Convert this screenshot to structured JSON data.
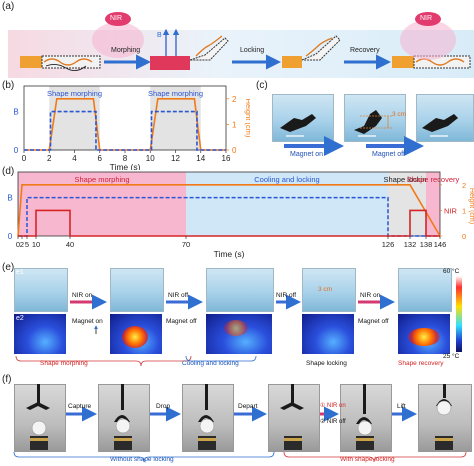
{
  "panels": {
    "a": "(a)",
    "b": "(b)",
    "c": "(c)",
    "d": "(d)",
    "e": "(e)",
    "f": "(f)"
  },
  "panel_a": {
    "nir_left": "NIR",
    "nir_right": "NIR",
    "b_symbol": "B",
    "steps": [
      "Morphing",
      "Locking",
      "Recovery"
    ]
  },
  "panel_c": {
    "measure": "3 cm",
    "magnet_on": "Magnet on",
    "magnet_off": "Magnet off"
  },
  "panel_e": {
    "row1": "e1",
    "row2": "e2",
    "arrow1": "NIR on",
    "arrow2": "NIR off",
    "arrow3": "NIR off",
    "arrow4": "NIR on",
    "magnet_on": "Magnet on",
    "magnet_off": "Magnet off",
    "measure": "3 cm",
    "colorbar_max": "60 °C",
    "colorbar_min": "25 °C",
    "stages": [
      "Shape morphing",
      "Cooling and locking",
      "Shape locking",
      "Shape recovery"
    ]
  },
  "panel_f": {
    "steps": [
      "Capture",
      "Drop",
      "Depart",
      "Lift"
    ],
    "nir_on": "① NIR on",
    "nir_off": "② NIR off",
    "without": "Without shape locking",
    "with": "With shape locking"
  },
  "chart_data": [
    {
      "type": "line",
      "panel": "b",
      "xlabel": "Time (s)",
      "ylabel_left": "B",
      "ylabel_right": "Height (cm)",
      "xlim": [
        0,
        16
      ],
      "xticks": [
        0,
        2,
        4,
        6,
        8,
        10,
        12,
        14,
        16
      ],
      "yticks_left": [
        "0",
        "B"
      ],
      "yticks_right": [
        0,
        1,
        2
      ],
      "ylim_right": [
        0,
        2.5
      ],
      "annotations": [
        "Shape morphing",
        "Shape morphing"
      ],
      "series": [
        {
          "name": "Height",
          "color": "#f07a17",
          "style": "solid",
          "x": [
            0,
            2,
            2.6,
            5.5,
            6,
            10,
            10.6,
            13.5,
            14,
            16
          ],
          "y": [
            0,
            0,
            2,
            2,
            0,
            0,
            2,
            2,
            0,
            0
          ]
        },
        {
          "name": "B",
          "color": "#2a55d4",
          "style": "dashed",
          "x": [
            0,
            2.1,
            2.1,
            5.7,
            5.7,
            10.1,
            10.1,
            13.7,
            13.7,
            16
          ],
          "y": [
            0,
            0,
            1.5,
            1.5,
            0,
            0,
            1.5,
            1.5,
            0,
            0
          ]
        }
      ],
      "shaded": [
        [
          2,
          6
        ],
        [
          10,
          14
        ]
      ]
    },
    {
      "type": "line",
      "panel": "d",
      "xlabel": "Time (s)",
      "ylabel_left": "B",
      "ylabel_right": "Height (cm)",
      "xlim": [
        0,
        146
      ],
      "xticks": [
        "0",
        "2",
        "5",
        "10",
        "40",
        "70",
        "126",
        "132",
        "138",
        "146"
      ],
      "yticks_left": [
        "0",
        "B"
      ],
      "yticks_right": [
        0,
        1,
        2
      ],
      "ylim_right": [
        0,
        2.5
      ],
      "nir_label": "NIR",
      "regions": [
        {
          "label": "Shape morphing",
          "from": "0",
          "to": "70",
          "color": "#f7b8cf"
        },
        {
          "label": "Cooling and locking",
          "from": "70",
          "to": "126",
          "color": "#cfe7f7"
        },
        {
          "label": "Shape locking",
          "from": "126",
          "to": "138",
          "color": "#e4e4e4"
        },
        {
          "label": "Shape recovery",
          "from": "138",
          "to": "146",
          "color": "#f7b8cf"
        }
      ]
    }
  ]
}
